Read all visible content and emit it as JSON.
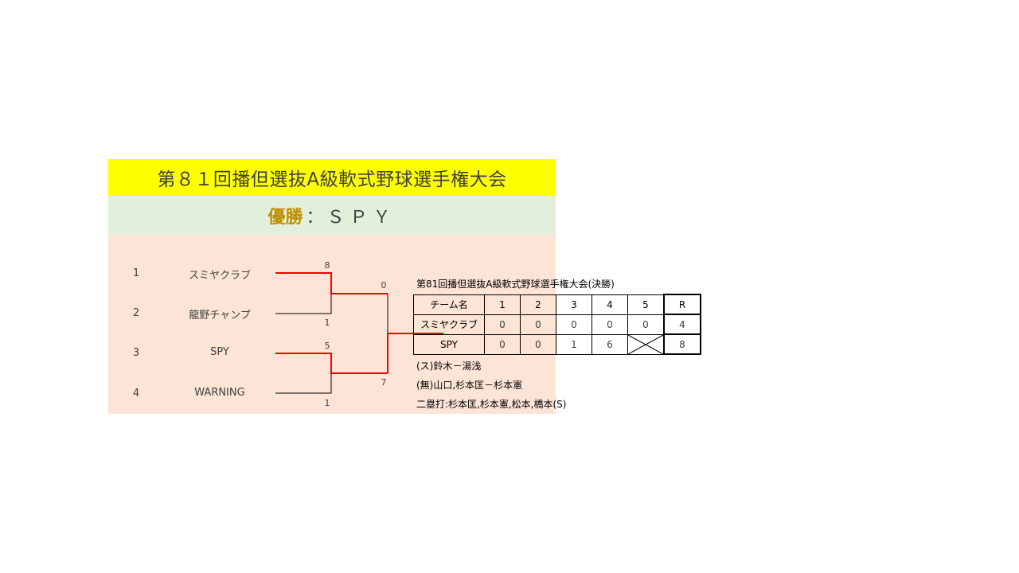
{
  "tournament": {
    "title": "第８１回播但選抜A級軟式野球選手権大会",
    "winner_label": "優勝",
    "winner_sep": "：",
    "winner_name": "ＳＰＹ"
  },
  "bracket": {
    "entries": [
      {
        "seed": "1",
        "team": "スミヤクラブ",
        "score": "8"
      },
      {
        "seed": "2",
        "team": "龍野チャンプ",
        "score": "1"
      },
      {
        "seed": "3",
        "team": "SPY",
        "score": "5"
      },
      {
        "seed": "4",
        "team": "WARNING",
        "score": "1"
      }
    ],
    "final_scores": {
      "top": "0",
      "bottom": "7"
    },
    "colors": {
      "winner_line": "#ff0000",
      "loser_line": "#000000"
    }
  },
  "final": {
    "caption": "第81回播但選抜A級軟式野球選手権大会(決勝)",
    "headers": [
      "チーム名",
      "1",
      "2",
      "3",
      "4",
      "5",
      "R"
    ],
    "rows": [
      {
        "team": "スミヤクラブ",
        "innings": [
          "0",
          "0",
          "0",
          "0",
          "0"
        ],
        "r": "4"
      },
      {
        "team": "SPY",
        "innings": [
          "0",
          "0",
          "1",
          "6",
          ""
        ],
        "r": "8"
      }
    ],
    "notes": [
      "(ス)鈴木－湯浅",
      "(無)山口,杉本匡－杉本憲",
      "二塁打:杉本匡,杉本憲,松本,橋本(S)"
    ]
  }
}
